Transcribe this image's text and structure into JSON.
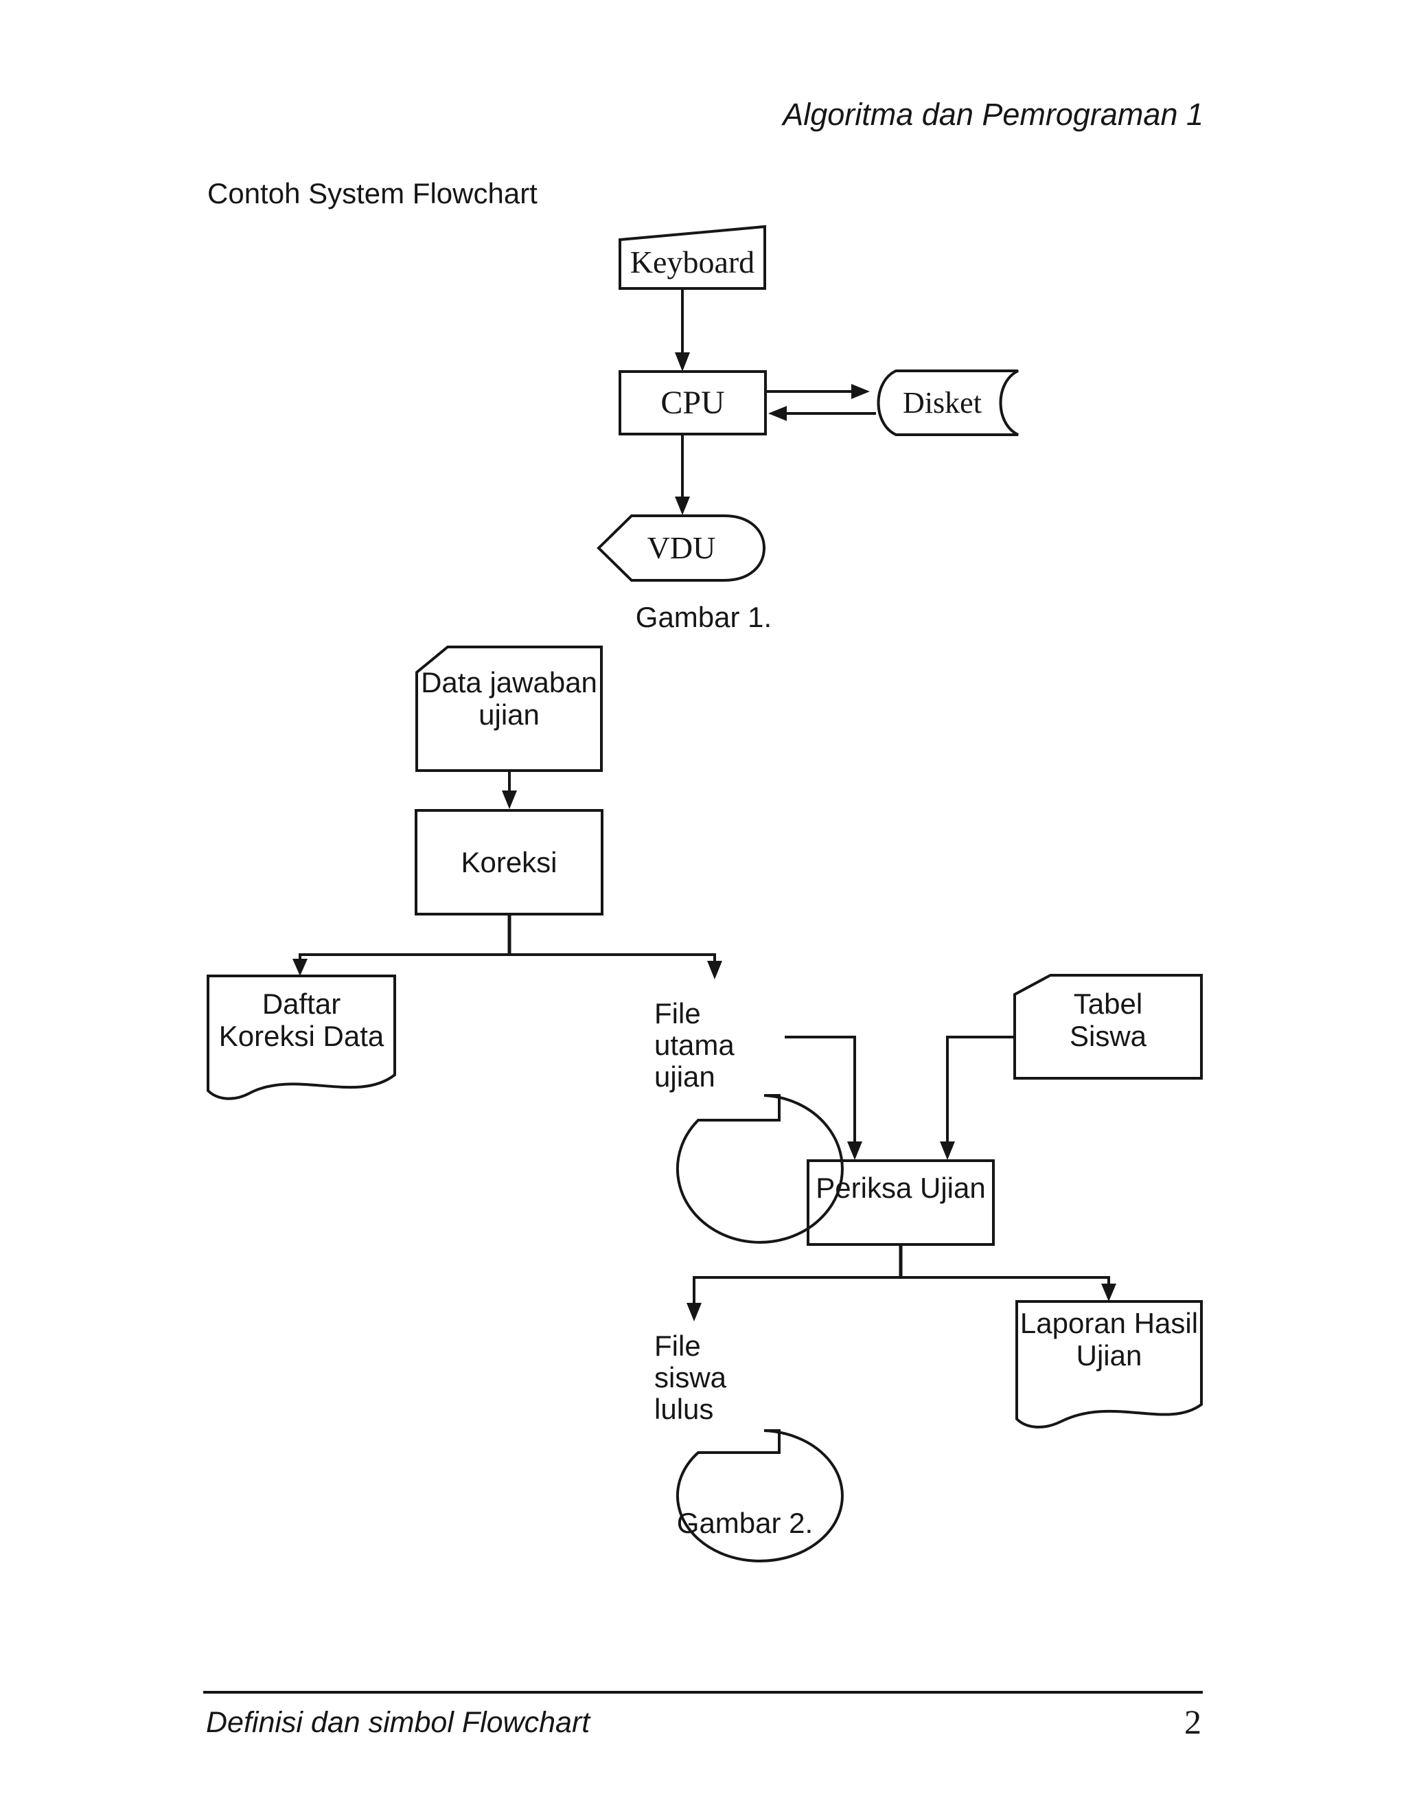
{
  "page": {
    "header_title": "Algoritma dan Pemrograman 1",
    "intro_heading": "Contoh System Flowchart"
  },
  "figure1": {
    "caption": "Gambar 1.",
    "nodes": {
      "keyboard": "Keyboard",
      "cpu": "CPU",
      "disket": "Disket",
      "vdu": "VDU"
    }
  },
  "figure2": {
    "caption": "Gambar 2.",
    "nodes": {
      "data_jawaban": {
        "line1": "Data jawaban",
        "line2": "ujian"
      },
      "koreksi": "Koreksi",
      "daftar": {
        "line1": "Daftar",
        "line2": "Koreksi Data"
      },
      "file_utama": {
        "line1": "File",
        "line2": "utama",
        "line3": "ujian"
      },
      "tabel": {
        "line1": "Tabel",
        "line2": "Siswa"
      },
      "periksa": "Periksa Ujian",
      "file_siswa": {
        "line1": "File",
        "line2": "siswa",
        "line3": "lulus"
      },
      "laporan": {
        "line1": "Laporan Hasil",
        "line2": "Ujian"
      }
    }
  },
  "footer": {
    "left_text": "Definisi dan simbol Flowchart",
    "page_number": "2"
  },
  "colors": {
    "ink": "#161616",
    "paper": "#ffffff"
  }
}
